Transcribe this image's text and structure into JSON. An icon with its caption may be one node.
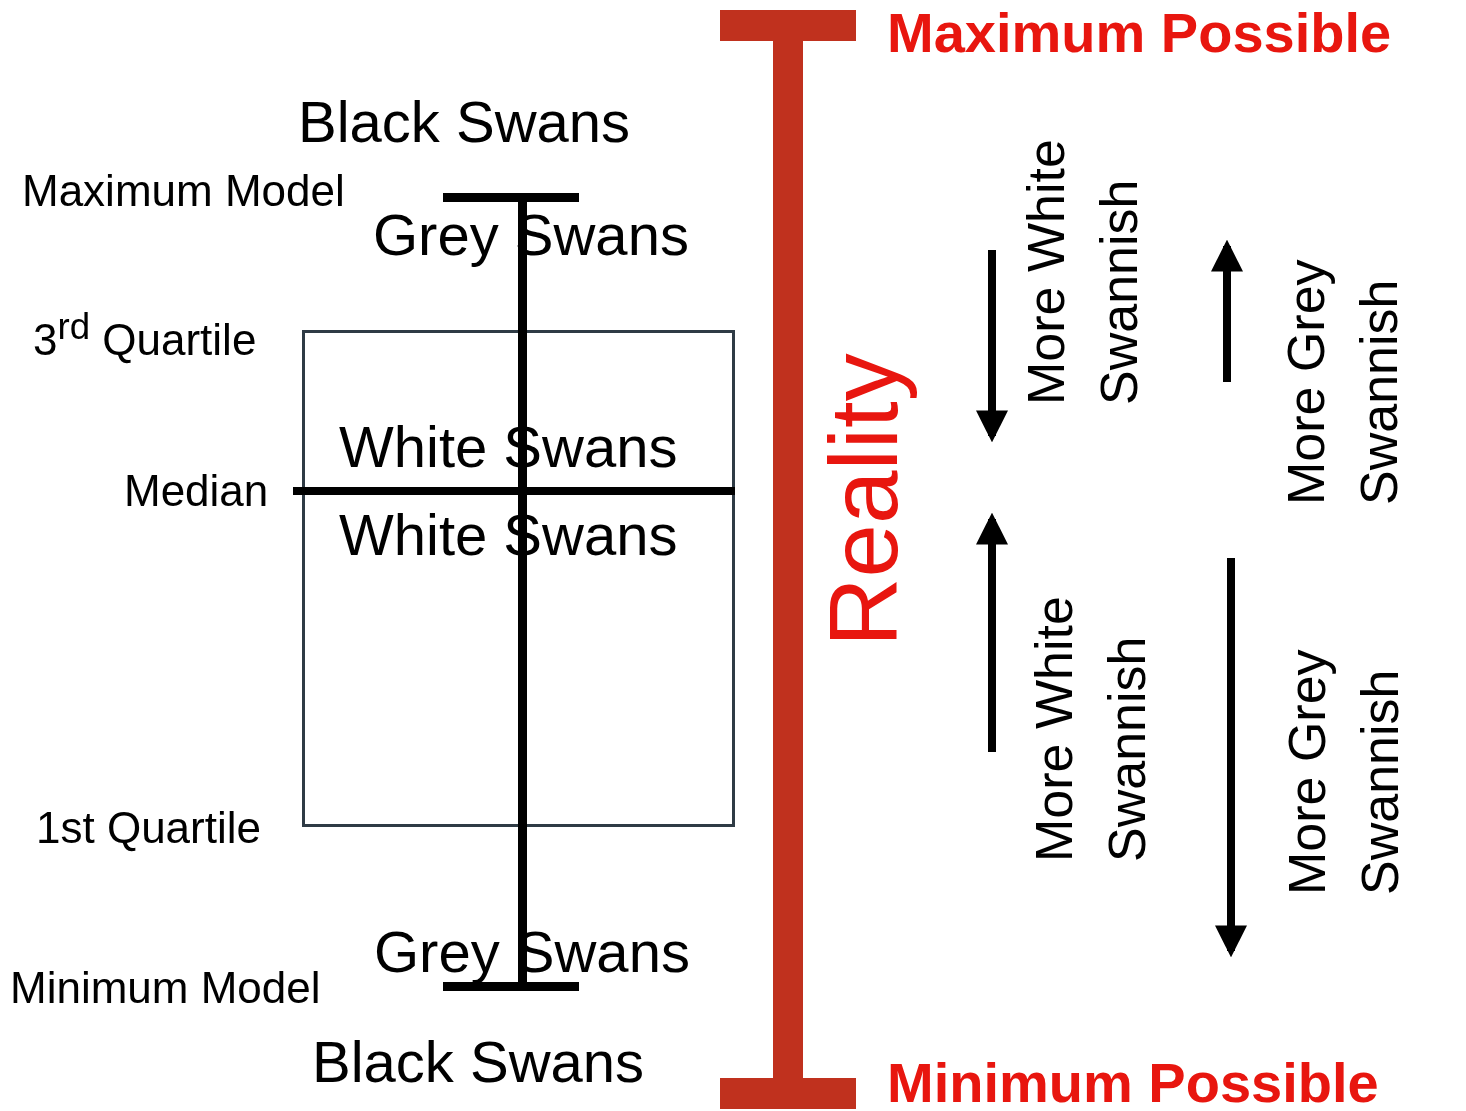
{
  "diagram": {
    "nodes": [
      {
        "text": [
          "White Swans",
          "White Swans"
        ]
      }
    ],
    "labels": [
      "Maximum Possible",
      "Black Swans",
      "Maximum Model",
      "Grey Swans",
      "3$^{rd}$ Quartile",
      "Median",
      "1st Quartile",
      "Grey Swans",
      "Minimum Model",
      "Black Swans",
      "Minimum Possible",
      "Reality",
      "More White Swannish",
      "More Grey Swannish",
      "More White Swannish",
      "More Grey Swannish"
    ]
  }
}
